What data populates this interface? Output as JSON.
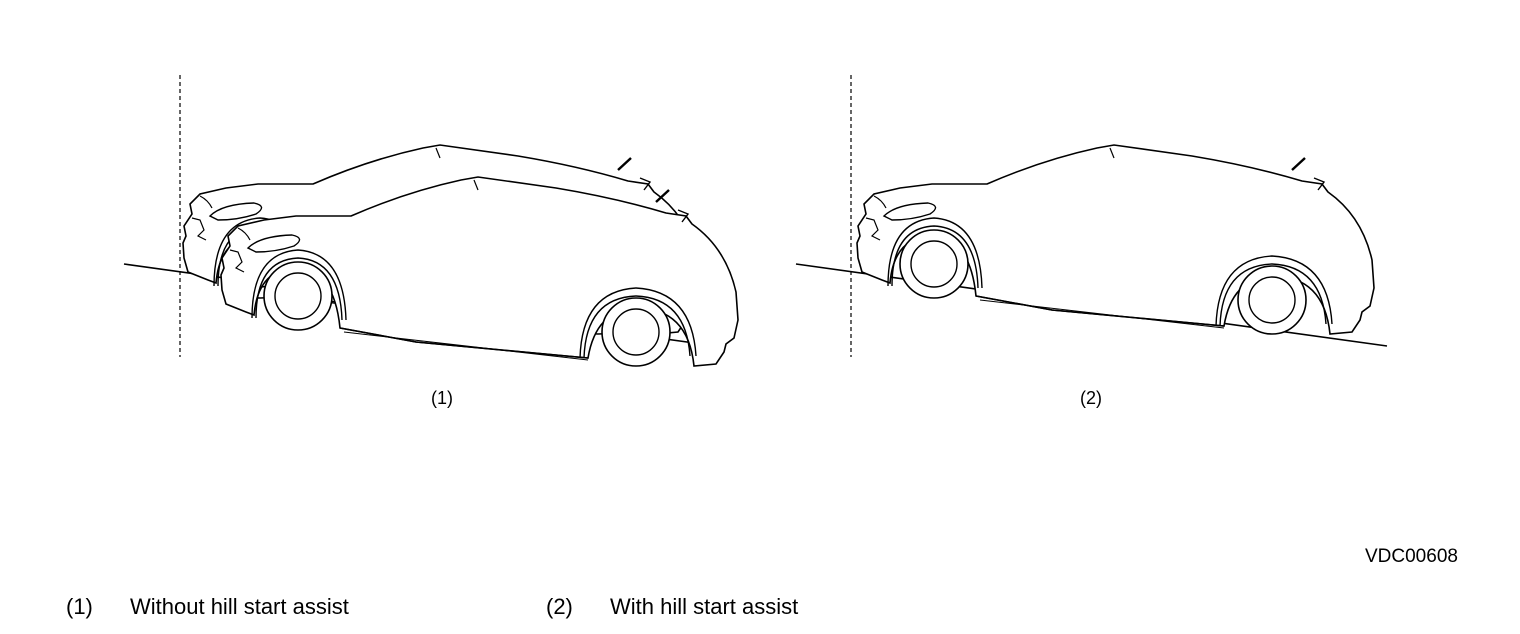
{
  "figure": {
    "panels": [
      {
        "id": "1",
        "label": "(1)"
      },
      {
        "id": "2",
        "label": "(2)"
      }
    ],
    "figure_code": "VDC00608"
  },
  "legend": [
    {
      "number": "(1)",
      "text": "Without hill start assist"
    },
    {
      "number": "(2)",
      "text": "With hill start assist"
    }
  ]
}
